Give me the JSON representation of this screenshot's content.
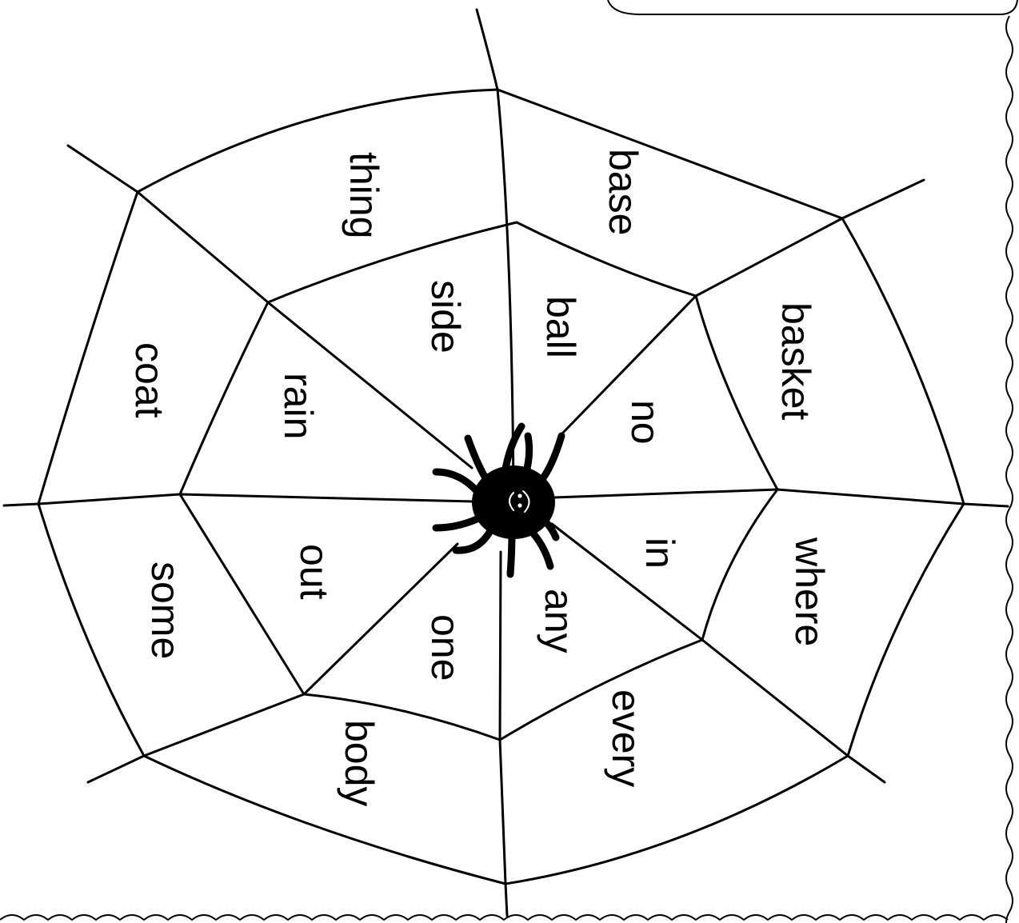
{
  "worksheet": {
    "colors": {
      "ink": "#000000",
      "paper": "#ffffff"
    },
    "decoration": {
      "spider": "spider-icon",
      "spider_face": "smiley-face"
    },
    "words": {
      "outer": [
        "base",
        "basket",
        "where",
        "every",
        "body",
        "some",
        "coat",
        "thing"
      ],
      "inner": [
        "side",
        "ball",
        "no",
        "in",
        "any",
        "one",
        "out",
        "rain"
      ]
    }
  }
}
